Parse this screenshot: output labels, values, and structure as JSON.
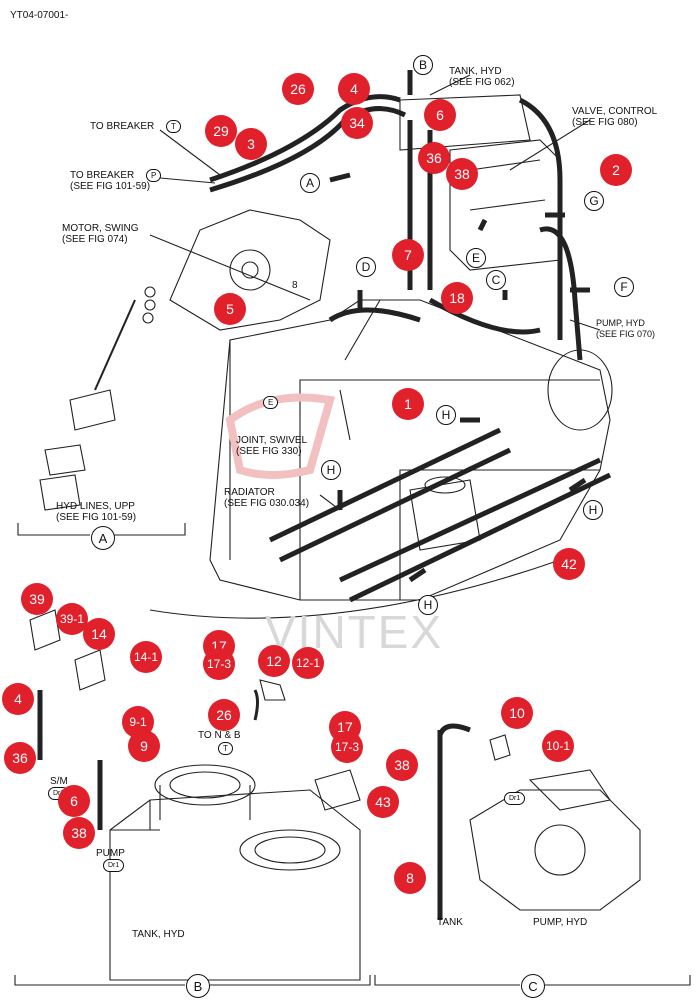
{
  "doc_code": "YT04-07001-",
  "watermark": "VINTEX",
  "labels": {
    "to_breaker_t": "TO BREAKER",
    "to_breaker_p_1": "TO BREAKER",
    "to_breaker_p_2": "(SEE FIG 101-59)",
    "motor_swing_1": "MOTOR, SWING",
    "motor_swing_2": "(SEE FIG 074)",
    "tank_hyd_1": "TANK, HYD",
    "tank_hyd_2": "(SEE FIG 062)",
    "valve_control_1": "VALVE, CONTROL",
    "valve_control_2": "(SEE FIG 080)",
    "pump_hyd_1": "PUMP, HYD",
    "pump_hyd_2": "(SEE FIG 070)",
    "joint_swivel_1": "JOINT, SWIVEL",
    "joint_swivel_2": "(SEE FIG 330)",
    "radiator_1": "RADIATOR",
    "radiator_2": "(SEE FIG 030.034)",
    "hyd_lines_1": "HYD LINES, UPP",
    "hyd_lines_2": "(SEE FIG 101-59)",
    "to_n_b": "TO N & B",
    "sm": "S/M",
    "pump_b": "PUMP",
    "tank_hyd_b": "TANK, HYD",
    "tank_c": "TANK",
    "pump_hyd_c": "PUMP, HYD",
    "item_8_small": "8"
  },
  "ovals": {
    "t1": "T",
    "p1": "P",
    "e1": "E",
    "t2": "T",
    "sm": "Dr1",
    "dr1b": "Dr1",
    "dr1c": "Dr1"
  },
  "letters": {
    "A": "A",
    "B": "B",
    "C": "C",
    "D": "D",
    "E": "E",
    "F": "F",
    "G": "G",
    "H": "H"
  },
  "sections": {
    "A": "A",
    "B": "B",
    "C": "C"
  },
  "callouts": [
    "26",
    "4",
    "34",
    "6",
    "29",
    "3",
    "36",
    "38",
    "2",
    "7",
    "18",
    "5",
    "1",
    "42",
    "17",
    "17-3",
    "39",
    "39-1",
    "14",
    "14-1",
    "4",
    "36",
    "9-1",
    "9",
    "6",
    "38",
    "12",
    "12-1",
    "26",
    "17",
    "17-3",
    "43",
    "10",
    "10-1",
    "38",
    "8"
  ]
}
